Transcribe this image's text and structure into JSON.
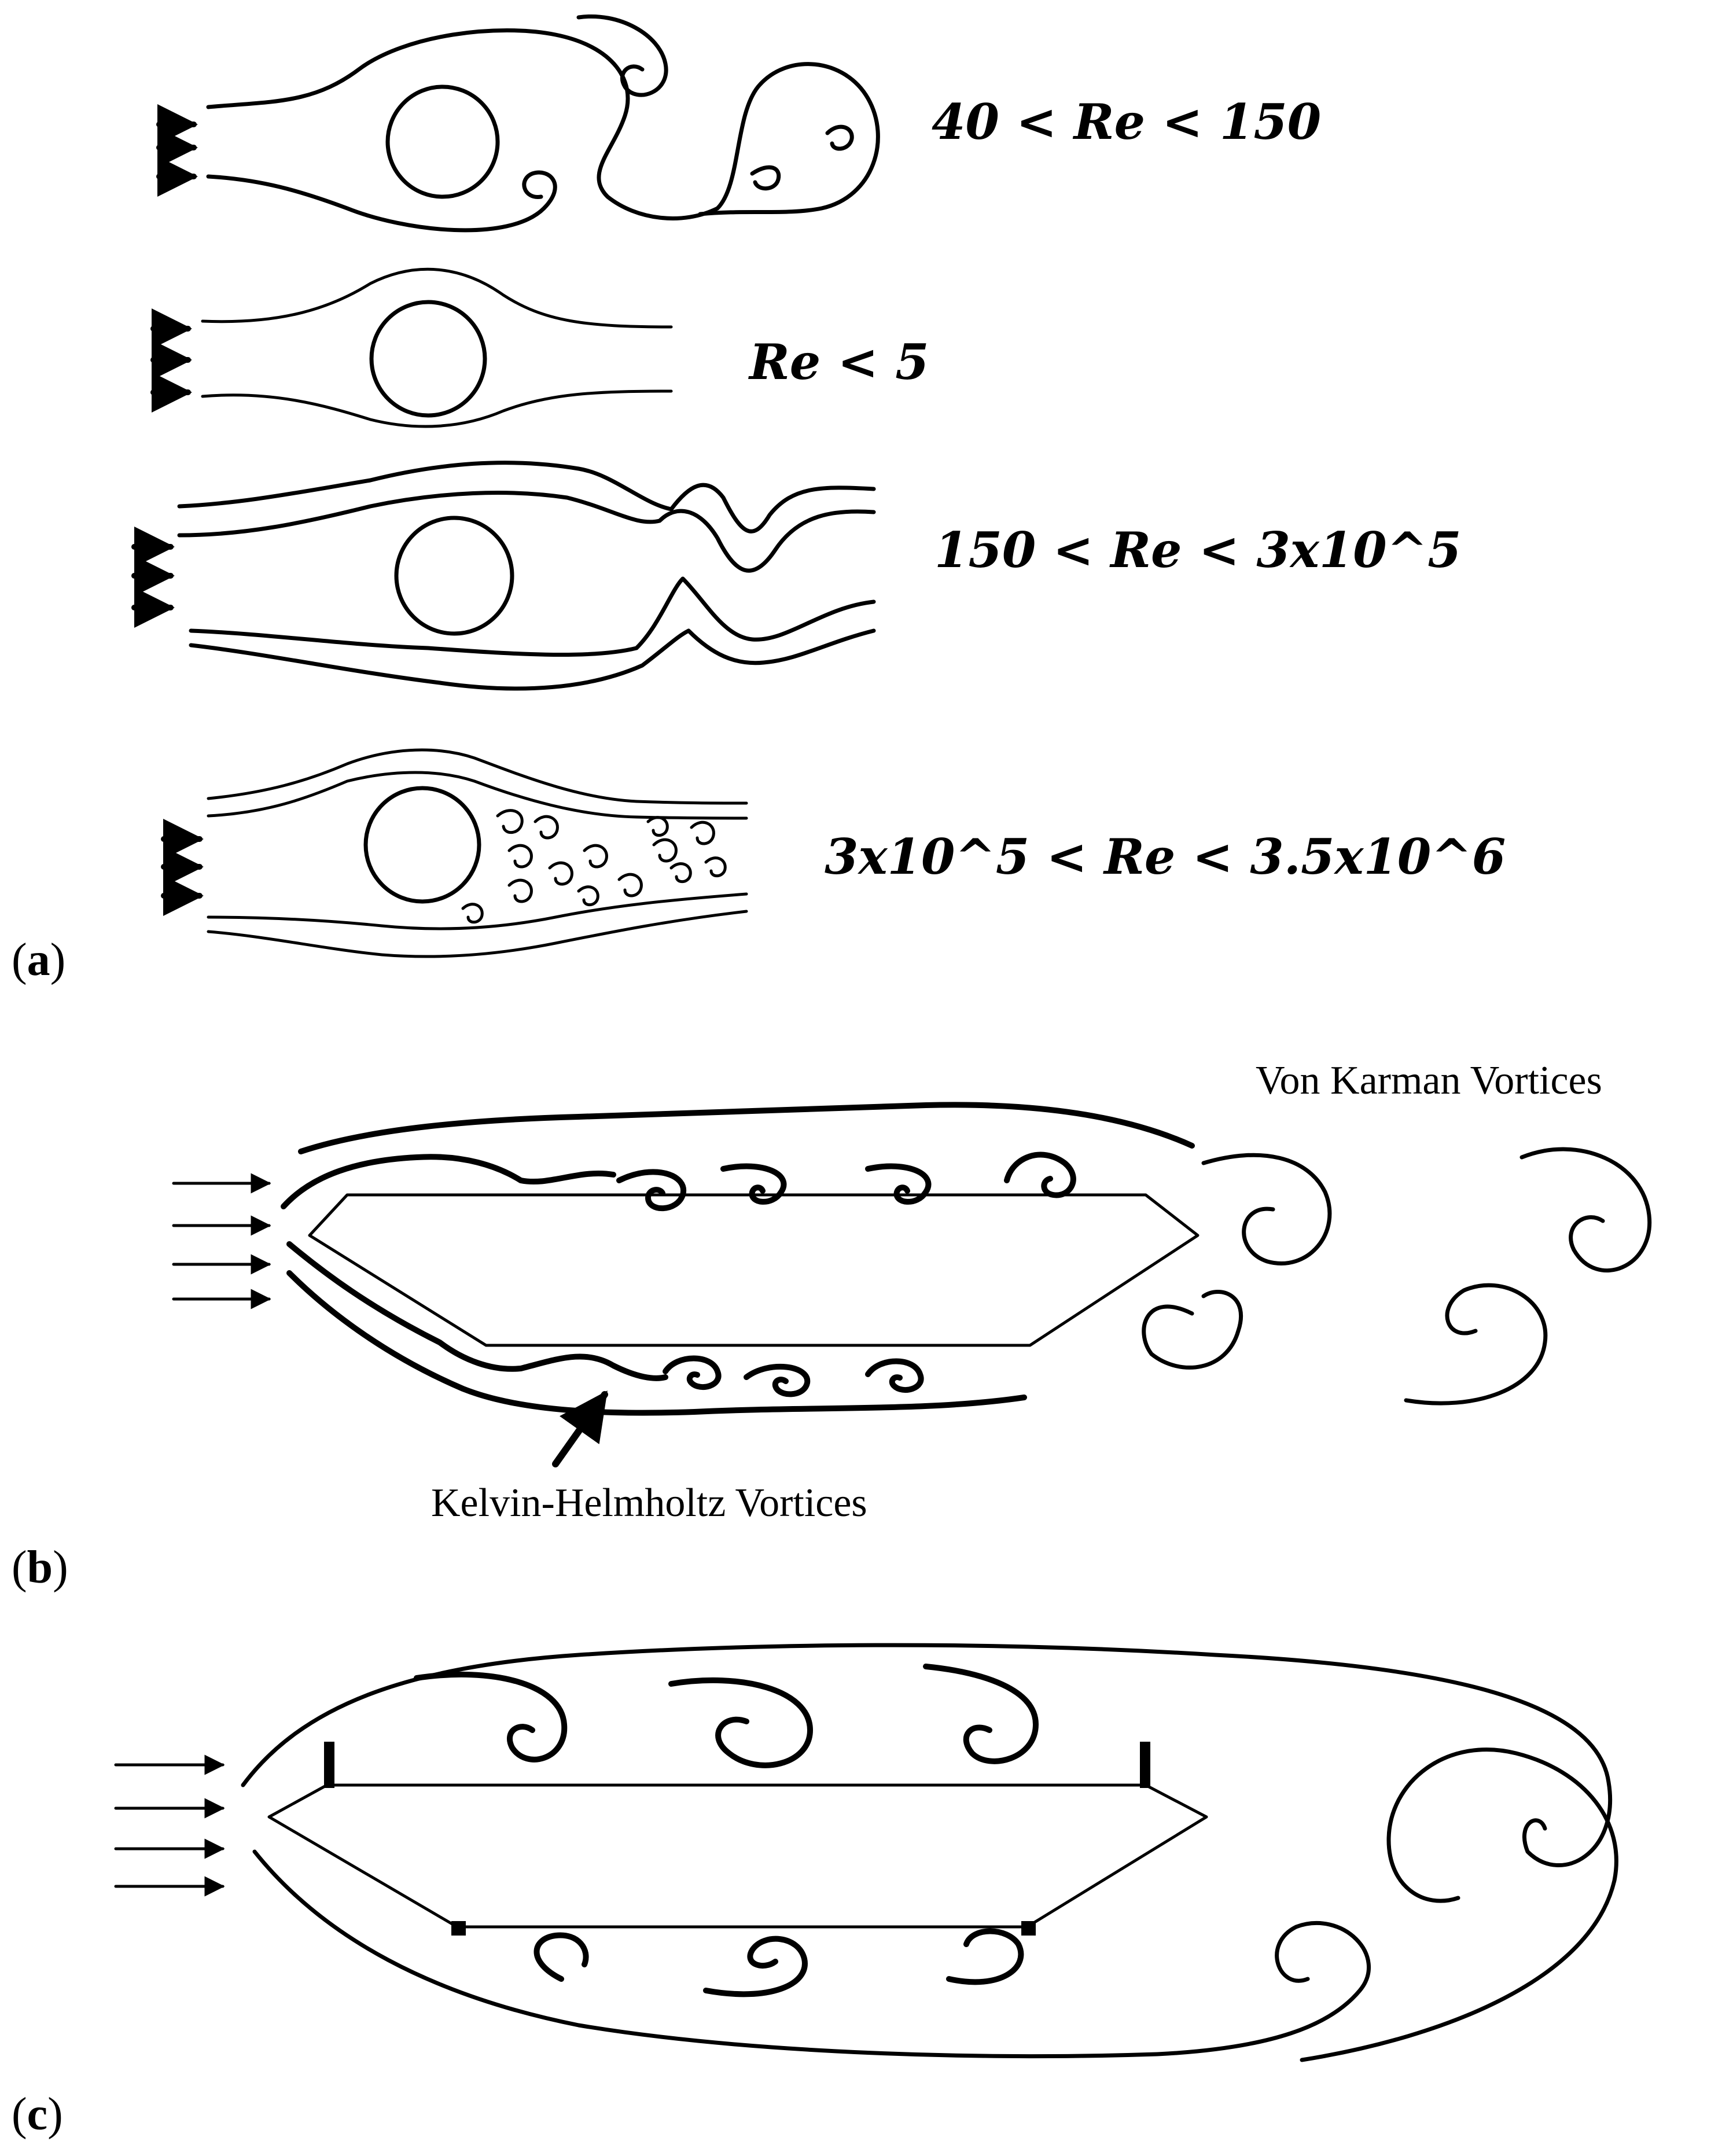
{
  "panel_a": {
    "label_open": "(",
    "label_letter": "a",
    "label_close": ")",
    "regimes": [
      {
        "text": "40 < Re < 150"
      },
      {
        "text": "Re < 5"
      },
      {
        "text": "150 < Re < 3x10^5"
      },
      {
        "text": "3x10^5 < Re < 3.5x10^6"
      }
    ]
  },
  "panel_b": {
    "label_open": "(",
    "label_letter": "b",
    "label_close": ")",
    "von_karman_label": "Von Karman Vortices",
    "kelvin_helmholtz_label": "Kelvin-Helmholtz Vortices"
  },
  "panel_c": {
    "label_open": "(",
    "label_letter": "c",
    "label_close": ")"
  }
}
